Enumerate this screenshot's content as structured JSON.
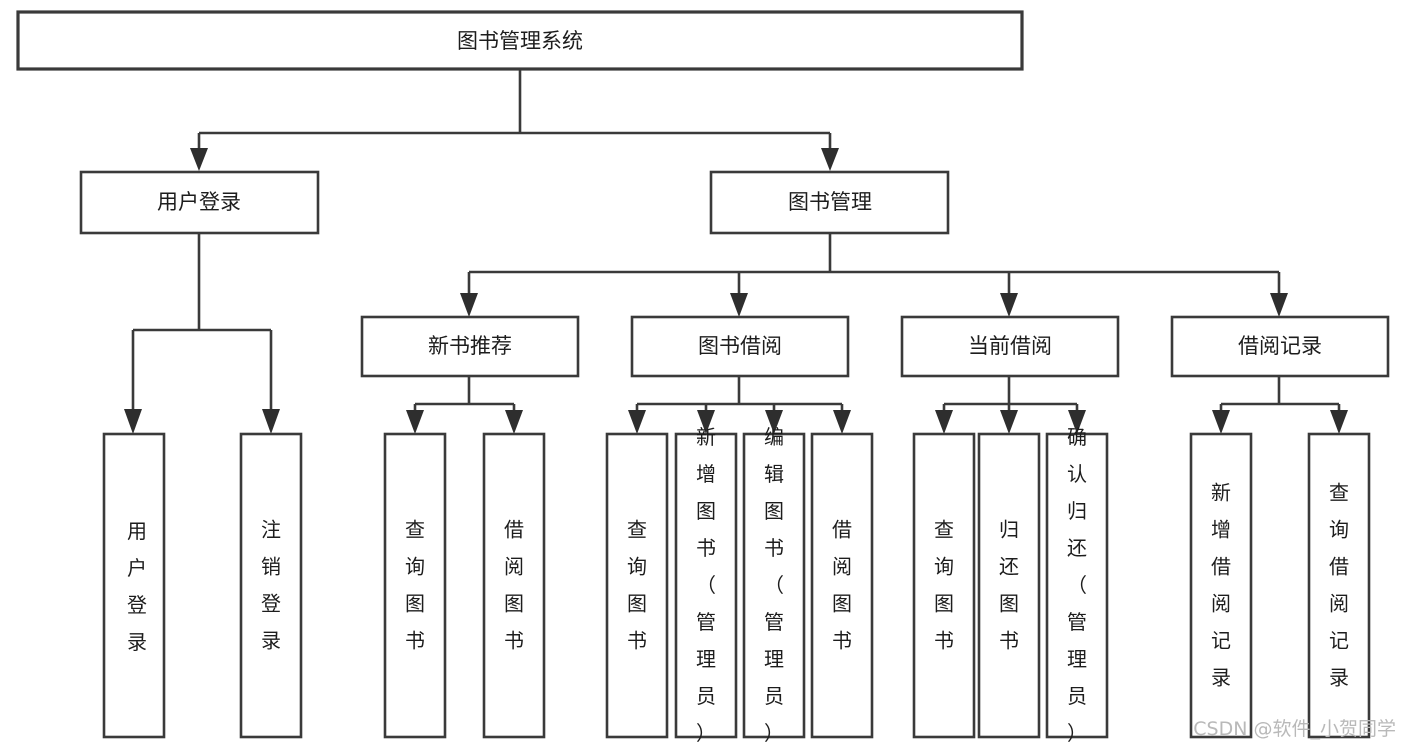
{
  "diagram": {
    "title": "图书管理系统",
    "orientation": "top-down-tree",
    "watermark": "CSDN @软件_小贺同学"
  },
  "nodes": {
    "root": {
      "label": "图书管理系统",
      "level": 1,
      "text_orientation": "horizontal"
    },
    "l2": [
      {
        "id": "user-login",
        "label": "用户登录",
        "text_orientation": "horizontal"
      },
      {
        "id": "book-manage",
        "label": "图书管理",
        "text_orientation": "horizontal"
      }
    ],
    "l3": [
      {
        "id": "new-book-rec",
        "label": "新书推荐",
        "text_orientation": "horizontal",
        "parent": "book-manage"
      },
      {
        "id": "book-borrow",
        "label": "图书借阅",
        "text_orientation": "horizontal",
        "parent": "book-manage"
      },
      {
        "id": "current-borrow",
        "label": "当前借阅",
        "text_orientation": "horizontal",
        "parent": "book-manage"
      },
      {
        "id": "borrow-record",
        "label": "借阅记录",
        "text_orientation": "horizontal",
        "parent": "book-manage"
      }
    ],
    "leaves": [
      {
        "id": "leaf-user-login",
        "label": "用户登录",
        "parent": "user-login",
        "text_orientation": "vertical"
      },
      {
        "id": "leaf-logout",
        "label": "注销登录",
        "parent": "user-login",
        "text_orientation": "vertical"
      },
      {
        "id": "leaf-query-book-rec",
        "label": "查询图书",
        "parent": "new-book-rec",
        "text_orientation": "vertical"
      },
      {
        "id": "leaf-borrow-book-rec",
        "label": "借阅图书",
        "parent": "new-book-rec",
        "text_orientation": "vertical"
      },
      {
        "id": "leaf-query-book-borrow",
        "label": "查询图书",
        "parent": "book-borrow",
        "text_orientation": "vertical"
      },
      {
        "id": "leaf-add-book",
        "label": "新增图书（管理员）",
        "parent": "book-borrow",
        "text_orientation": "vertical"
      },
      {
        "id": "leaf-edit-book",
        "label": "编辑图书（管理员）",
        "parent": "book-borrow",
        "text_orientation": "vertical"
      },
      {
        "id": "leaf-borrow-book",
        "label": "借阅图书",
        "parent": "book-borrow",
        "text_orientation": "vertical"
      },
      {
        "id": "leaf-query-book-cur",
        "label": "查询图书",
        "parent": "current-borrow",
        "text_orientation": "vertical"
      },
      {
        "id": "leaf-return-book",
        "label": "归还图书",
        "parent": "current-borrow",
        "text_orientation": "vertical"
      },
      {
        "id": "leaf-confirm-return",
        "label": "确认归还（管理员）",
        "parent": "current-borrow",
        "text_orientation": "vertical"
      },
      {
        "id": "leaf-add-record",
        "label": "新增借阅记录",
        "parent": "borrow-record",
        "text_orientation": "vertical"
      },
      {
        "id": "leaf-query-record",
        "label": "查询借阅记录",
        "parent": "borrow-record",
        "text_orientation": "vertical"
      }
    ]
  },
  "colors": {
    "box_stroke": "#3a3a3a",
    "box_fill": "#ffffff",
    "text": "#1d1d1d",
    "arrow": "#2e2e2e",
    "watermark": "#b9b9b9",
    "background": "#ffffff"
  }
}
